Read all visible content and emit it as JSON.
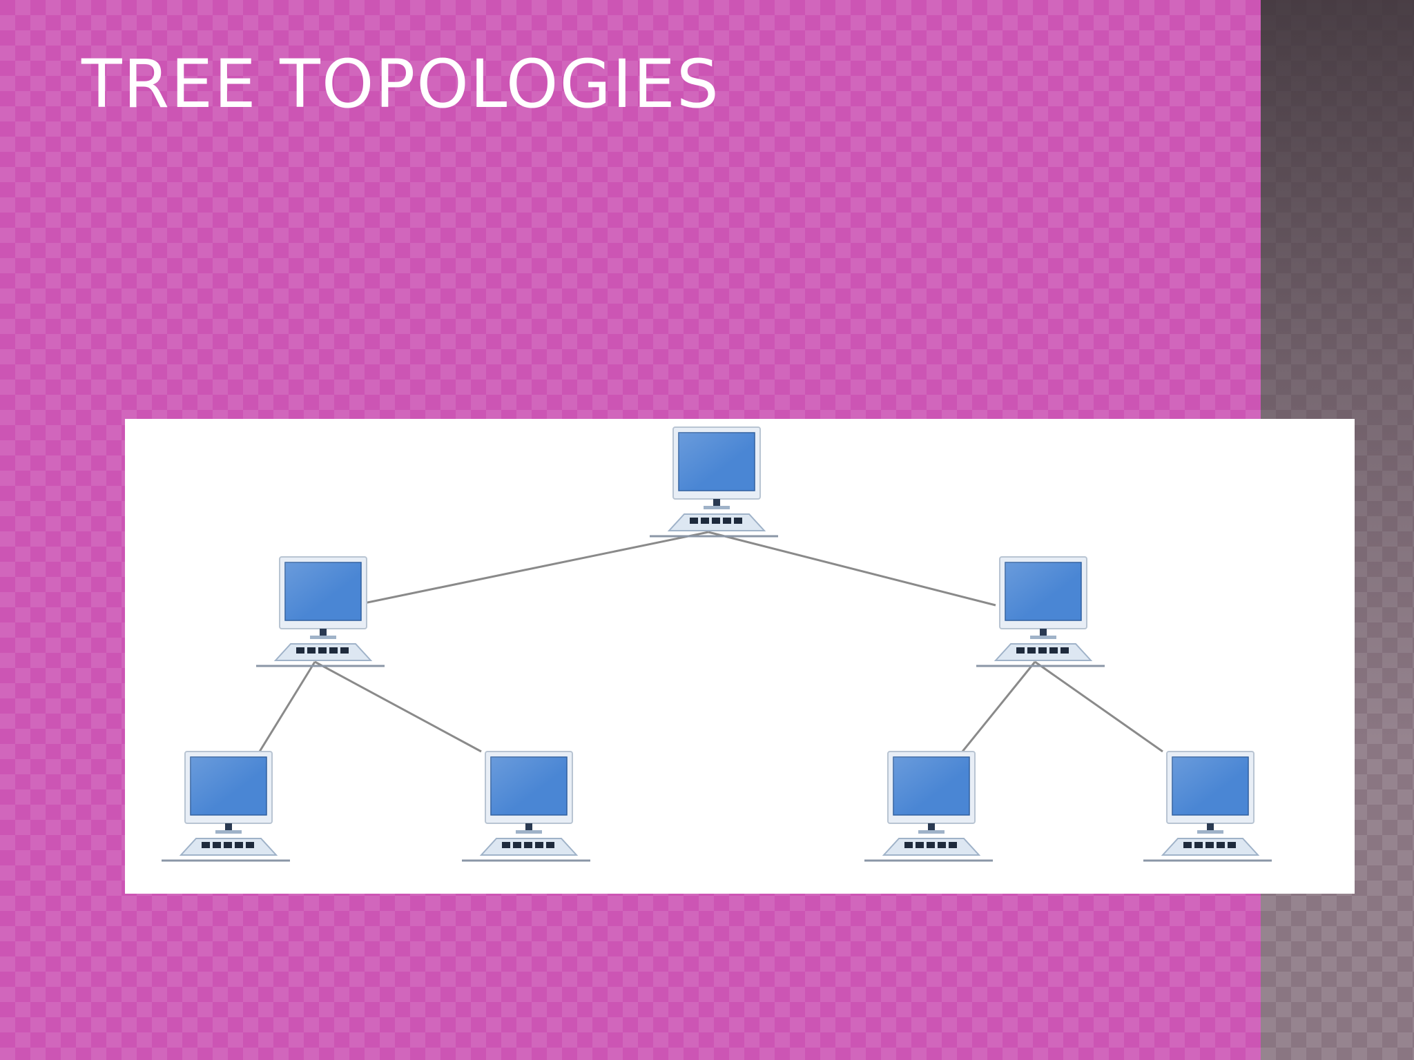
{
  "slide": {
    "title": "TREE TOPOLOGIES"
  },
  "colors": {
    "background": "#cc55b4",
    "sidebar": "#8a7682",
    "title_text": "#ffffff",
    "panel": "#ffffff",
    "screen": "#4a86d4",
    "link": "#8a8a8a"
  },
  "diagram": {
    "type": "tree-topology",
    "nodes": [
      {
        "id": "root",
        "icon": "computer-icon",
        "level": 0
      },
      {
        "id": "mid-left",
        "icon": "computer-icon",
        "level": 1
      },
      {
        "id": "mid-right",
        "icon": "computer-icon",
        "level": 1
      },
      {
        "id": "leaf-1",
        "icon": "computer-icon",
        "level": 2
      },
      {
        "id": "leaf-2",
        "icon": "computer-icon",
        "level": 2
      },
      {
        "id": "leaf-3",
        "icon": "computer-icon",
        "level": 2
      },
      {
        "id": "leaf-4",
        "icon": "computer-icon",
        "level": 2
      }
    ],
    "edges": [
      {
        "from": "root",
        "to": "mid-left"
      },
      {
        "from": "root",
        "to": "mid-right"
      },
      {
        "from": "mid-left",
        "to": "leaf-1"
      },
      {
        "from": "mid-left",
        "to": "leaf-2"
      },
      {
        "from": "mid-right",
        "to": "leaf-3"
      },
      {
        "from": "mid-right",
        "to": "leaf-4"
      }
    ]
  }
}
